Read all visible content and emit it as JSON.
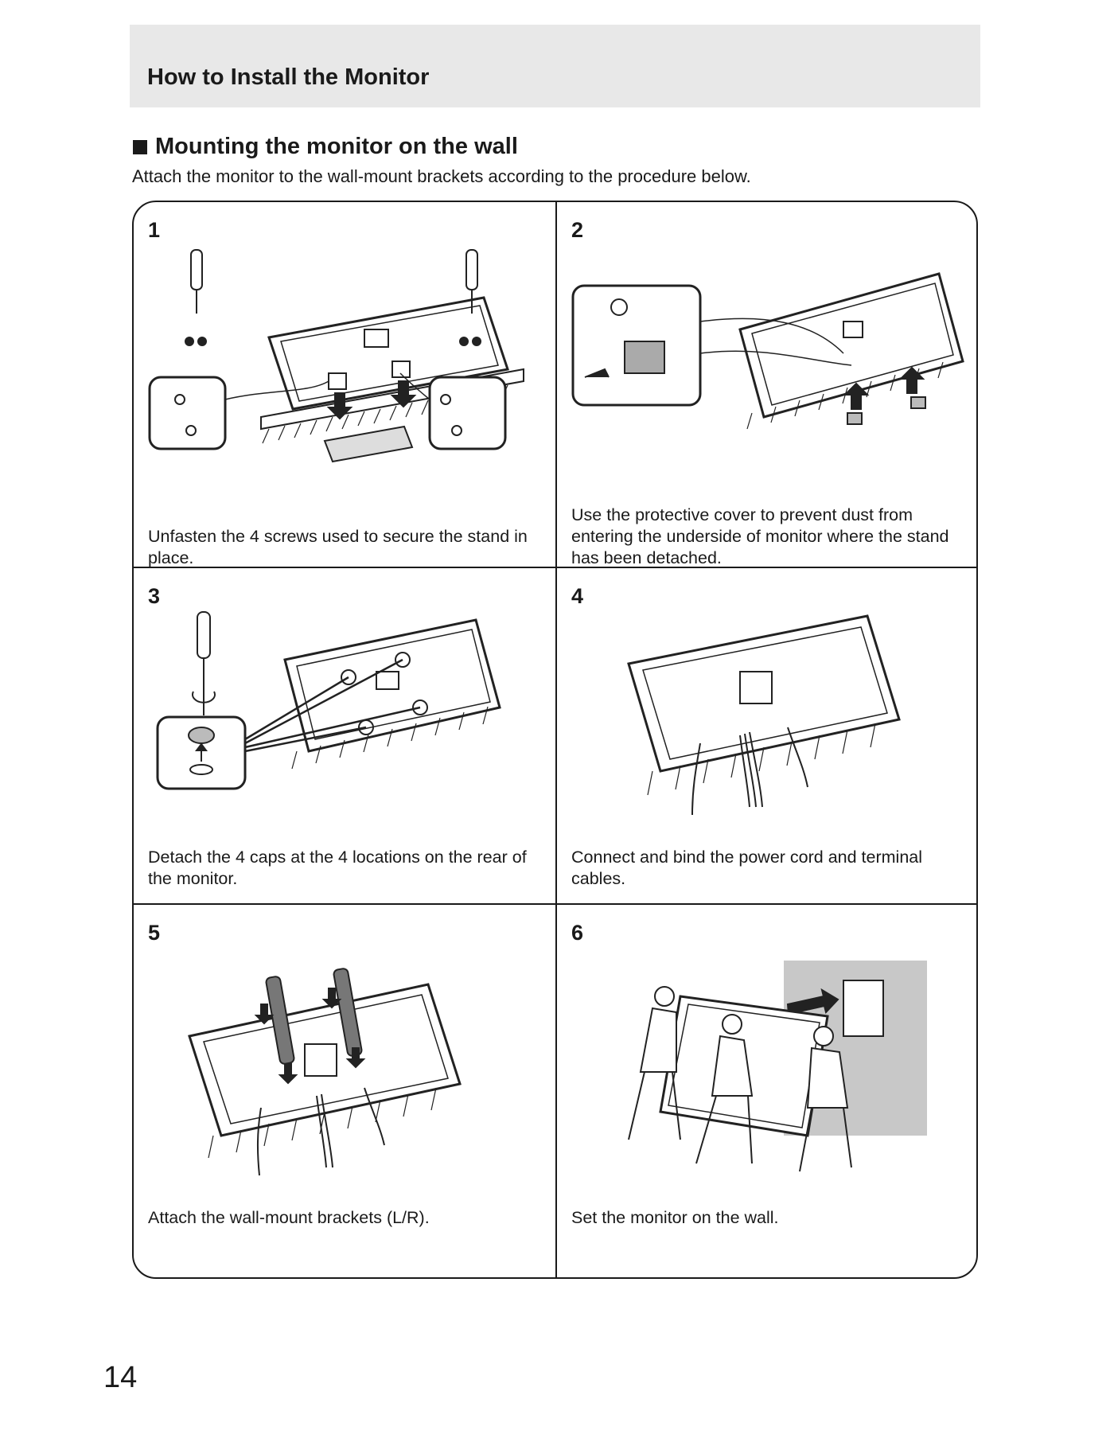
{
  "header": {
    "title": "How to Install the Monitor"
  },
  "section": {
    "title": "Mounting the monitor on the wall",
    "intro": "Attach the monitor to the wall-mount brackets according to the procedure below."
  },
  "steps": [
    {
      "number": "1",
      "caption": "Unfasten the 4 screws used to secure the stand in place."
    },
    {
      "number": "2",
      "caption": "Use the protective cover to prevent dust from entering the underside of monitor where the stand has been detached."
    },
    {
      "number": "3",
      "caption": "Detach the 4 caps at the 4 locations on the rear of the monitor."
    },
    {
      "number": "4",
      "caption": "Connect and bind the power cord and terminal cables."
    },
    {
      "number": "5",
      "caption": "Attach the wall-mount brackets (L/R)."
    },
    {
      "number": "6",
      "caption": "Set the monitor on the wall."
    }
  ],
  "page_number": "14"
}
